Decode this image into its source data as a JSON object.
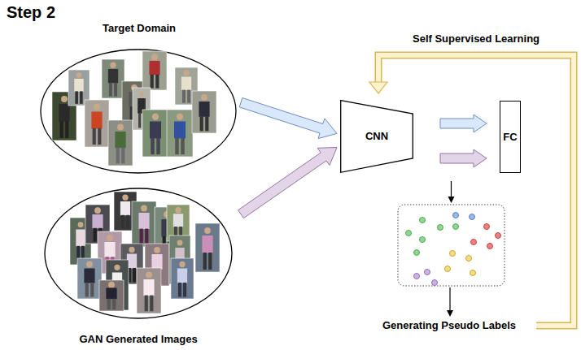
{
  "diagram": {
    "title": "Step 2",
    "nodes": [
      {
        "text": [
          "Target Domain"
        ]
      },
      {
        "text": [
          "GAN Generated Images"
        ]
      },
      {
        "text": [
          "CNN"
        ]
      },
      {
        "text": [
          "FC"
        ]
      },
      {
        "text": [
          "Generating Pseudo Labels"
        ]
      }
    ],
    "edges": [
      {
        "from": 0,
        "to": 2,
        "arrow": "to"
      },
      {
        "from": 1,
        "to": 2,
        "arrow": "to"
      },
      {
        "from": 2,
        "to": 3,
        "arrow": "to"
      },
      {
        "from": 2,
        "to": 3,
        "arrow": "to"
      },
      {
        "from": 2,
        "to": 4,
        "arrow": "to"
      },
      {
        "from": 4,
        "to": 2,
        "label": "Self Supervised Learning",
        "arrow": "to"
      }
    ]
  }
}
